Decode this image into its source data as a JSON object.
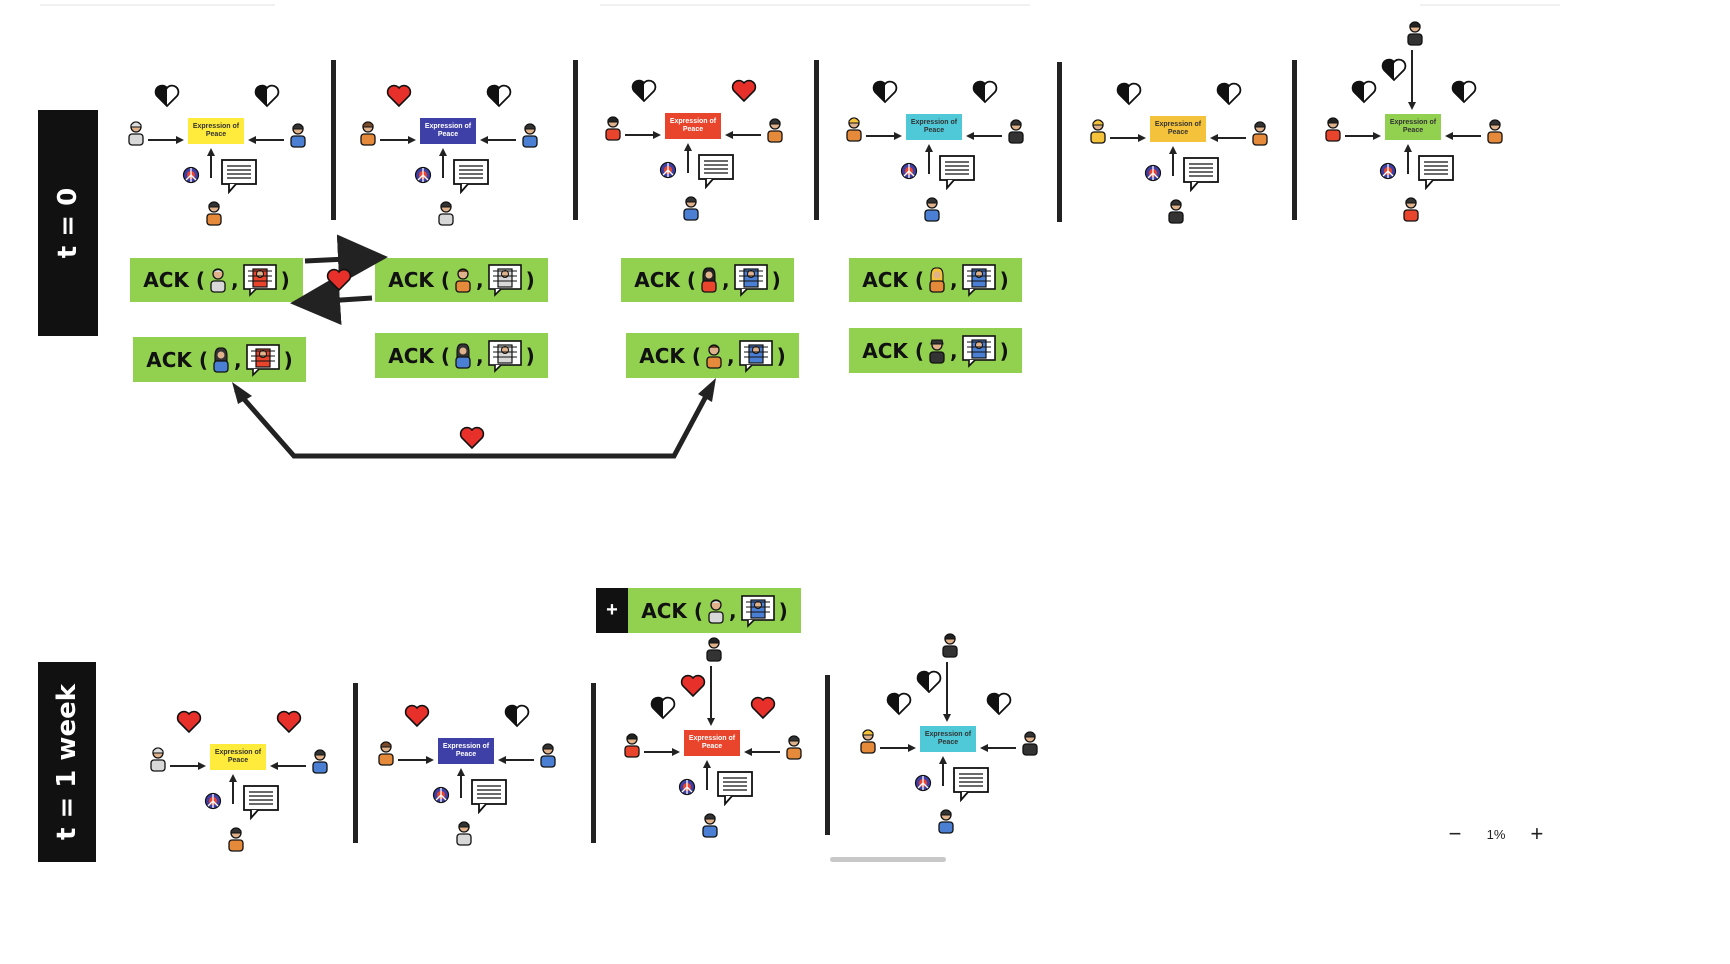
{
  "labels": {
    "t0": "t = 0",
    "t1": "t = 1 week"
  },
  "expression_text": "Expression of Peace",
  "ack_text": "ACK (",
  "ack_comma": ",",
  "ack_close": ")",
  "plus": "+",
  "zoom": {
    "minus": "−",
    "level": "1%",
    "plus": "+"
  },
  "colors": {
    "black": "#111111",
    "ack_green": "#92d050",
    "heart_red": "#e8302a",
    "yellow": "#ffeb3b",
    "blue": "#3f3fa8",
    "red": "#e8452c",
    "cyan": "#4fc9d8",
    "amber": "#f5c33b",
    "green": "#92d050"
  },
  "row_t0": [
    {
      "box": "#ffeb3b",
      "left_heart": "bw",
      "right_heart": "bw"
    },
    {
      "box": "#3f3fa8",
      "left_heart": "red",
      "right_heart": "bw"
    },
    {
      "box": "#e8452c",
      "left_heart": "bw",
      "right_heart": "red"
    },
    {
      "box": "#4fc9d8",
      "left_heart": "bw",
      "right_heart": "bw"
    },
    {
      "box": "#f5c33b",
      "left_heart": "bw",
      "right_heart": "bw"
    },
    {
      "box": "#92d050",
      "left_heart": "bw",
      "right_heart": "bw",
      "top_person": true,
      "top_heart": "bw"
    }
  ],
  "row_t1": [
    {
      "box": "#ffeb3b",
      "left_heart": "red",
      "right_heart": "red"
    },
    {
      "box": "#3f3fa8",
      "left_heart": "red",
      "right_heart": "bw"
    },
    {
      "box": "#e8452c",
      "left_heart": "bw",
      "right_heart": "red",
      "top_person": true,
      "top_heart": "red"
    },
    {
      "box": "#4fc9d8",
      "left_heart": "bw",
      "right_heart": "bw",
      "top_person": true,
      "top_heart": "bw"
    }
  ]
}
